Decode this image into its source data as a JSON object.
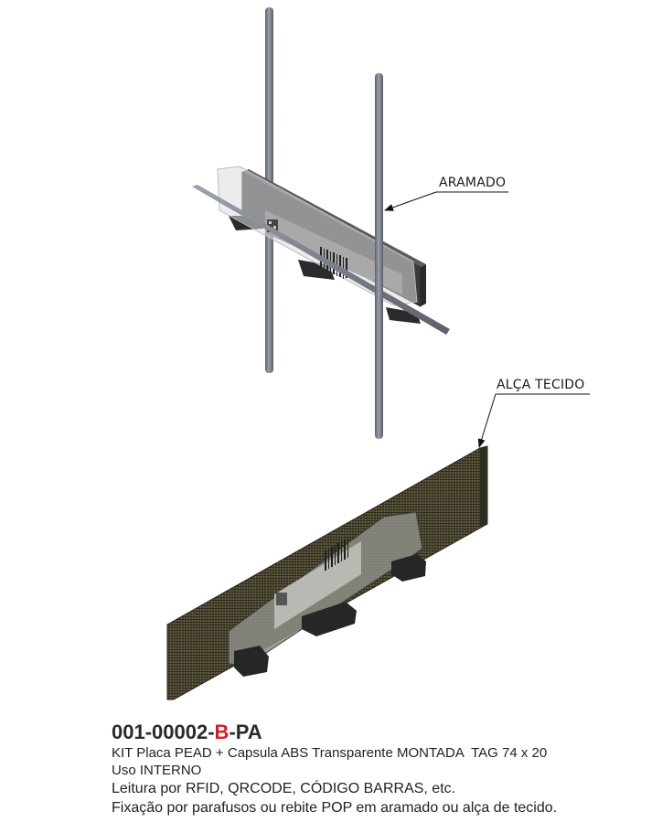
{
  "callouts": {
    "aramado": "ARAMADO",
    "alca_tecido": "ALÇA TECIDO"
  },
  "caption": {
    "code_prefix": "001-00002-",
    "code_rev": "B",
    "code_suffix": "-PA",
    "line1": "KIT Placa PEAD + Capsula ABS Transparente MONTADA  TAG 74 x 20",
    "line2": "Uso INTERNO",
    "line3": "Leitura por RFID, QRCODE, CÓDIGO BARRAS, etc.",
    "line4": "Fixação por parafusos ou rebite POP em aramado ou alça de tecido."
  },
  "colors": {
    "revision_accent": "#d0202a",
    "wire": "#7b7f8c",
    "plate": "#3a3a3a",
    "fabric": "#4a4633"
  }
}
